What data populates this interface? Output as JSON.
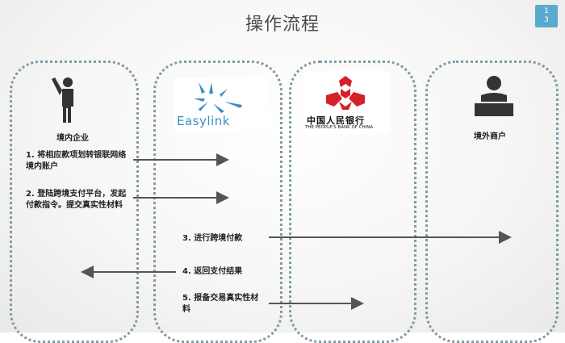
{
  "title": "操作流程",
  "page_badge": {
    "top": "1",
    "bottom": "3"
  },
  "lanes": {
    "domestic": {
      "label": "境内企业",
      "icon": "person-raising-hand-icon"
    },
    "easylink": {
      "label": "Easylink",
      "icon": "easylink-logo"
    },
    "pboc": {
      "label_cn": "中国人民银行",
      "label_en": "THE PEOPLE'S BANK OF CHINA",
      "icon": "pboc-emblem"
    },
    "overseas": {
      "label": "境外商户",
      "icon": "person-at-desk-icon"
    }
  },
  "steps": [
    {
      "text": "1. 将相应款项划转银联网络境内账户"
    },
    {
      "text": "2. 登陆跨境支付平台，发起付款指令。提交真实性材料"
    },
    {
      "text": "3. 进行跨境付款"
    },
    {
      "text": "4. 返回支付结果"
    },
    {
      "text": "5. 报备交易真实性材料"
    }
  ],
  "colors": {
    "lane_border": "#7f9aa6",
    "arrow": "#555555",
    "easylink_blue": "#3a8fc6",
    "pboc_red": "#d42027",
    "badge": "#5aa9cf"
  }
}
